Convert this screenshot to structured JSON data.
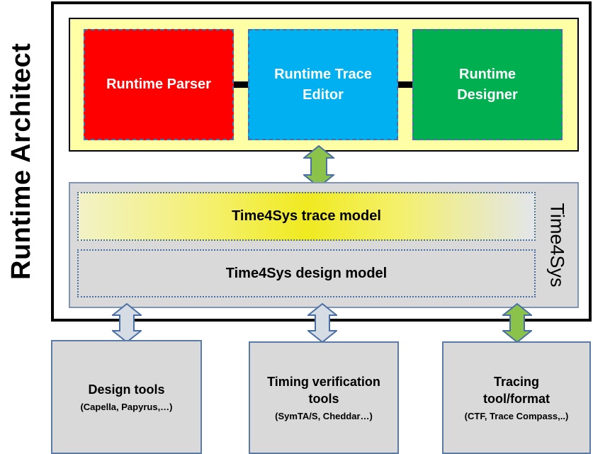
{
  "side_title": "Runtime Architect",
  "tools": [
    {
      "label": "Runtime Parser",
      "color": "#ff0000"
    },
    {
      "label": "Runtime Trace Editor",
      "color": "#00b0f0"
    },
    {
      "label": "Runtime Designer",
      "color": "#00b050"
    }
  ],
  "time4sys": {
    "label": "Time4Sys",
    "trace_model": "Time4Sys trace model",
    "design_model": "Time4Sys design model"
  },
  "external_tools": [
    {
      "title": "Design tools",
      "subtitle": "(Capella, Papyrus,…)"
    },
    {
      "title": "Timing verification tools",
      "subtitle": "(SymTA/S, Cheddar…)"
    },
    {
      "title": "Tracing tool/format",
      "subtitle": "(CTF, Trace Compass,..)"
    }
  ],
  "colors": {
    "tools_panel": "#ffffa6",
    "time4sys_panel": "#d9d9d9",
    "arrow_green": "#8bc34a",
    "arrow_gray": "#d6dce4"
  }
}
